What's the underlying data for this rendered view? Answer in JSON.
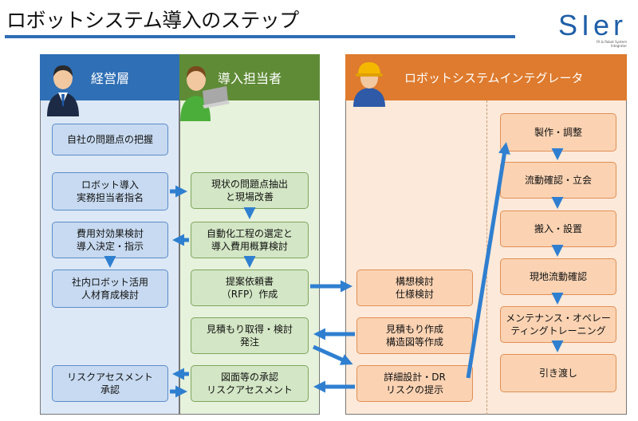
{
  "title": "ロボットシステム導入のステップ",
  "brand": {
    "logo": "SIer",
    "sub1": "FA & Robot System",
    "sub2": "Integrator"
  },
  "colors": {
    "mgmt": "#2f6fb5",
    "impl": "#5f8b36",
    "si": "#de7b2e",
    "arrow": "#2f7fd0"
  },
  "lanes": {
    "mgmt": {
      "title": "経営層",
      "icon": "businessman-icon"
    },
    "impl": {
      "title": "導入担当者",
      "icon": "worker-laptop-icon"
    },
    "si": {
      "title": "ロボットシステムインテグレータ",
      "icon": "hardhat-worker-icon"
    }
  },
  "steps": {
    "m1": {
      "l1": "自社の問題点の把握",
      "l2": ""
    },
    "m2": {
      "l1": "ロボット導入",
      "l2": "実務担当者指名"
    },
    "m3": {
      "l1": "費用対効果検討",
      "l2": "導入決定・指示"
    },
    "m4": {
      "l1": "社内ロボット活用",
      "l2": "人材育成検討"
    },
    "m5": {
      "l1": "リスクアセスメント",
      "l2": "承認"
    },
    "i1": {
      "l1": "現状の問題点抽出",
      "l2": "と現場改善"
    },
    "i2": {
      "l1": "自動化工程の選定と",
      "l2": "導入費用概算検討"
    },
    "i3": {
      "l1": "提案依頼書",
      "l2": "（RFP）作成"
    },
    "i4": {
      "l1": "見積もり取得・検討",
      "l2": "発注"
    },
    "i5": {
      "l1": "図面等の承認",
      "l2": "リスクアセスメント"
    },
    "s1": {
      "l1": "構想検討",
      "l2": "仕様検討"
    },
    "s2": {
      "l1": "見積もり作成",
      "l2": "構造図等作成"
    },
    "s3": {
      "l1": "詳細設計・DR",
      "l2": "リスクの提示"
    },
    "r1": {
      "l1": "製作・調整",
      "l2": ""
    },
    "r2": {
      "l1": "流動確認・立会",
      "l2": ""
    },
    "r3": {
      "l1": "搬入・設置",
      "l2": ""
    },
    "r4": {
      "l1": "現地流動確認",
      "l2": ""
    },
    "r5": {
      "l1": "メンテナンス・オペレー",
      "l2": "ティングトレーニング"
    },
    "r6": {
      "l1": "引き渡し",
      "l2": ""
    }
  }
}
